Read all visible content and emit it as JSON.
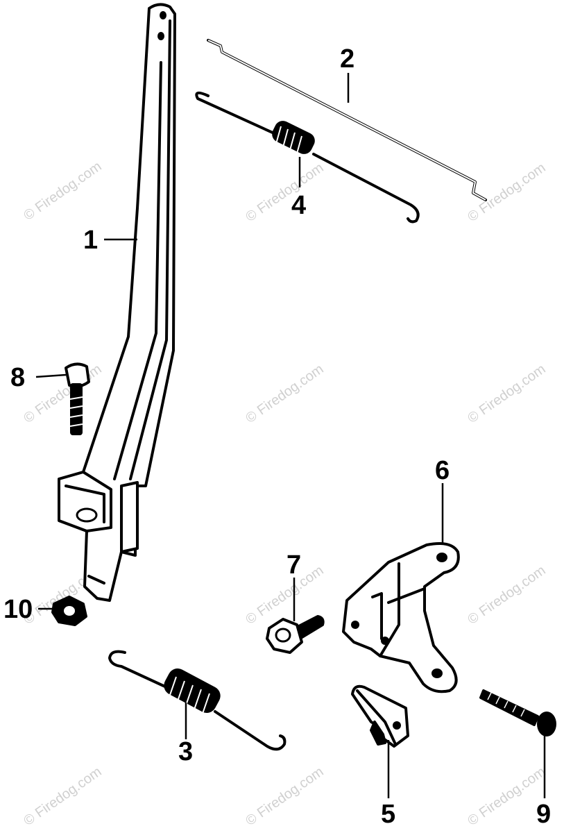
{
  "watermark": "© Firedog.com",
  "callouts": {
    "c1": "1",
    "c2": "2",
    "c3": "3",
    "c4": "4",
    "c5": "5",
    "c6": "6",
    "c7": "7",
    "c8": "8",
    "c9": "9",
    "c10": "10"
  }
}
